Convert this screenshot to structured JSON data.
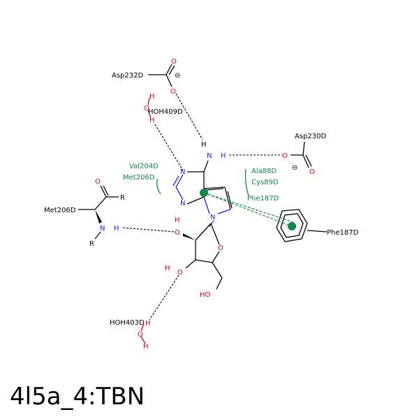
{
  "caption": "4l5a_4:TBN",
  "residues": {
    "asp232d": "Asp232D",
    "hoh409d": "HOH409D",
    "asp230d": "Asp230D",
    "val204d": "Val204D",
    "met206d_contact": "Met206D",
    "ala88d": "Ala88D",
    "cys89d": "Cys89D",
    "phe187d_contact": "Phe187D",
    "met206d_backbone": "Met206D",
    "phe187d_ring": "Phe187D",
    "hoh403d": "HOH403D"
  },
  "atoms": {
    "o": "O",
    "n": "N",
    "h": "H",
    "r": "R",
    "oh": "HO",
    "minus": "⊖"
  },
  "colors": {
    "oxygen": "#e00000",
    "nitrogen": "#1a1aff",
    "hydrophobic": "#118844",
    "bond": "#000000"
  }
}
